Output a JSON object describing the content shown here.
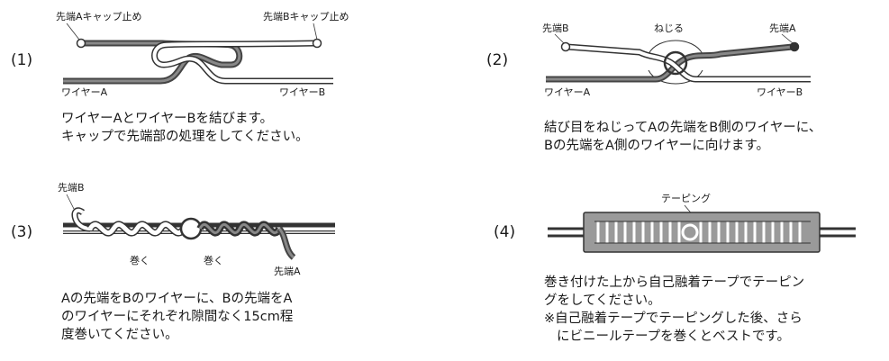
{
  "steps": [
    {
      "number": "(1)",
      "labels": {
        "cap_a": "先端Aキャップ止め",
        "cap_b": "先端Bキャップ止め",
        "wire_a": "ワイヤーA",
        "wire_b": "ワイヤーB"
      },
      "lines": [
        "ワイヤーAとワイヤーBを結びます。",
        "キャップで先端部の処理をしてください。"
      ]
    },
    {
      "number": "(2)",
      "labels": {
        "tip_b": "先端B",
        "twist": "ねじる",
        "tip_a": "先端A",
        "wire_a": "ワイヤーA",
        "wire_b": "ワイヤーB"
      },
      "lines": [
        "結び目をねじってAの先端をB側のワイヤーに、",
        "Bの先端をA側のワイヤーに向けます。"
      ]
    },
    {
      "number": "(3)",
      "labels": {
        "tip_b": "先端B",
        "wrap_left": "巻く",
        "wrap_right": "巻く",
        "tip_a": "先端A"
      },
      "lines": [
        "Aの先端をBのワイヤーに、Bの先端をA",
        "のワイヤーにそれぞれ隙間なく15cm程",
        "度巻いてください。"
      ]
    },
    {
      "number": "(4)",
      "labels": {
        "taping": "テーピング"
      },
      "lines": [
        "巻き付けた上から自己融着テープでテーピン",
        "グをしてください。",
        "※自己融着テープでテーピングした後、さら",
        "にビニールテープを巻くとベストです。"
      ]
    }
  ]
}
